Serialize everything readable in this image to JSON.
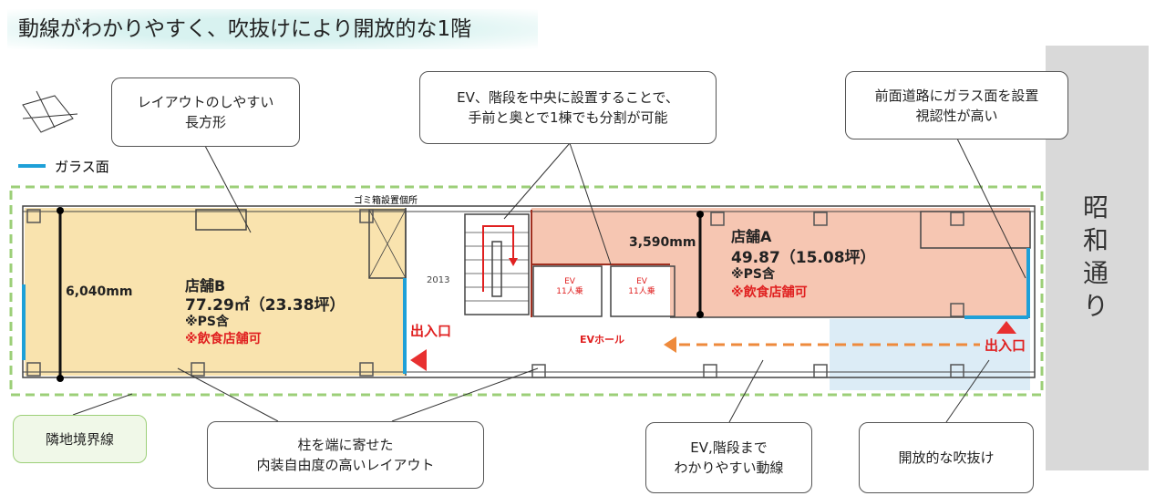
{
  "title": "動線がわかりやすく、吹抜けにより開放的な1階",
  "road": "昭和通り",
  "legend": {
    "glass": "ガラス面"
  },
  "colors": {
    "store_b": "#f9e3ae",
    "store_a": "#f6c6b2",
    "atrium": "#dcecf6",
    "glass": "#1ea0d8",
    "boundary": "#9ccf78",
    "accent": "#e02020",
    "flow": "#ee8a3c"
  },
  "callouts": {
    "rect": "レイアウトのしやすい\n長方形",
    "ev_center": "EV、階段を中央に設置することで、\n手前と奥とで1棟でも分割が可能",
    "glass_front": "前面道路にガラス面を設置\n視認性が高い",
    "boundary": "隣地境界線",
    "columns": "柱を端に寄せた\n内装自由度の高いレイアウト",
    "flow": "EV,階段まで\nわかりやすい動線",
    "atrium": "開放的な吹抜け"
  },
  "plan": {
    "garbage": "ゴミ箱設置個所",
    "dim_2013": "2013",
    "store_b": {
      "name": "店舗B",
      "area": "77.29㎡（23.38坪）",
      "ps": "※PS含",
      "food": "※飲食店舗可",
      "width": "6,040mm"
    },
    "store_a": {
      "name": "店舗A",
      "area": "49.87（15.08坪）",
      "ps": "※PS含",
      "food": "※飲食店舗可",
      "width": "3,590mm"
    },
    "ev1": "EV\n11人乗",
    "ev2": "EV\n11人乗",
    "ev_hall": "EVホール",
    "entrance_b": "出入口",
    "entrance_a": "出入口"
  }
}
